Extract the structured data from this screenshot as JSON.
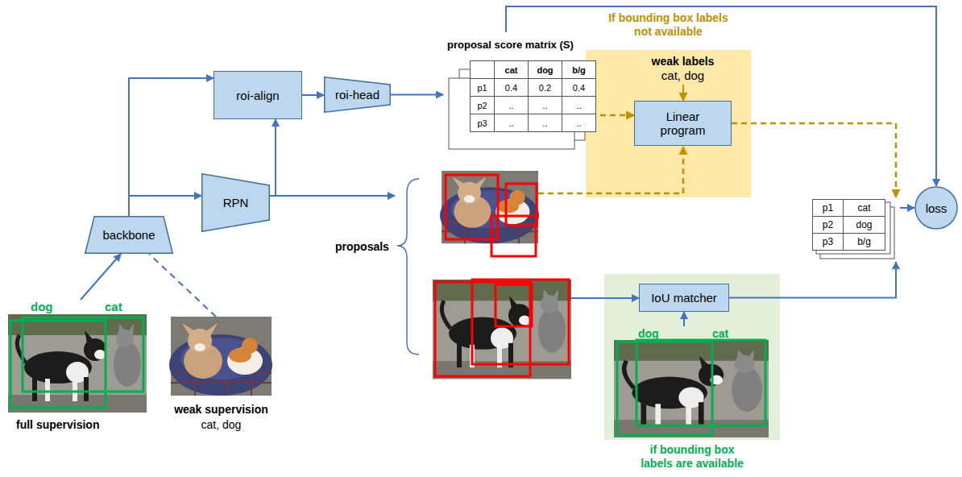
{
  "diagram": {
    "nodes": [
      {
        "text": [
          "backbone"
        ]
      },
      {
        "text": [
          "roi-align"
        ]
      },
      {
        "text": [
          "roi-head"
        ]
      },
      {
        "text": [
          "RPN"
        ]
      },
      {
        "text": [
          "proposal score matrix (S)",
          "cat",
          "dog",
          "b/g",
          "p1",
          "0.4",
          "0.2",
          "0.4",
          "p2",
          "..",
          "..",
          "..",
          "p3",
          "..",
          "..",
          ".."
        ]
      },
      {
        "text": [
          "If bounding box labels not available",
          "weak labels",
          "cat, dog"
        ]
      },
      {
        "text": [
          "Linear program"
        ],
        "in": 5
      },
      {
        "text": [
          "p1",
          "cat",
          "p2",
          "dog",
          "p3",
          "b/g"
        ]
      },
      {
        "text": [
          "loss"
        ]
      },
      {
        "text": [
          "if bounding box labels are available"
        ]
      },
      {
        "text": [
          "IoU matcher"
        ],
        "in": 9
      },
      {
        "text": [
          "dog",
          "cat"
        ],
        "in": 9
      },
      {
        "text": [
          "dog",
          "cat",
          "full supervision"
        ]
      },
      {
        "text": [
          "weak supervision",
          "cat, dog"
        ]
      }
    ],
    "edges": [
      {
        "from": 12,
        "to": 0,
        "arrow": "to"
      },
      {
        "from": 13,
        "to": 0,
        "arrow": "none"
      },
      {
        "from": 0,
        "to": 1,
        "arrow": "to"
      },
      {
        "from": 0,
        "to": 3,
        "arrow": "to"
      },
      {
        "from": 3,
        "to": 1,
        "arrow": "to"
      },
      {
        "from": 1,
        "to": 2,
        "arrow": "to"
      },
      {
        "from": 2,
        "to": 4,
        "arrow": "to"
      },
      {
        "from": 4,
        "to": 6,
        "arrow": "to"
      },
      {
        "from": 4,
        "to": 8,
        "arrow": "to"
      },
      {
        "from": 6,
        "to": 7,
        "arrow": "to"
      },
      {
        "from": 10,
        "to": 7,
        "arrow": "to"
      },
      {
        "from": 11,
        "to": 10,
        "arrow": "to"
      },
      {
        "from": 7,
        "to": 8,
        "arrow": "to"
      }
    ],
    "labels": [
      "proposals"
    ]
  }
}
